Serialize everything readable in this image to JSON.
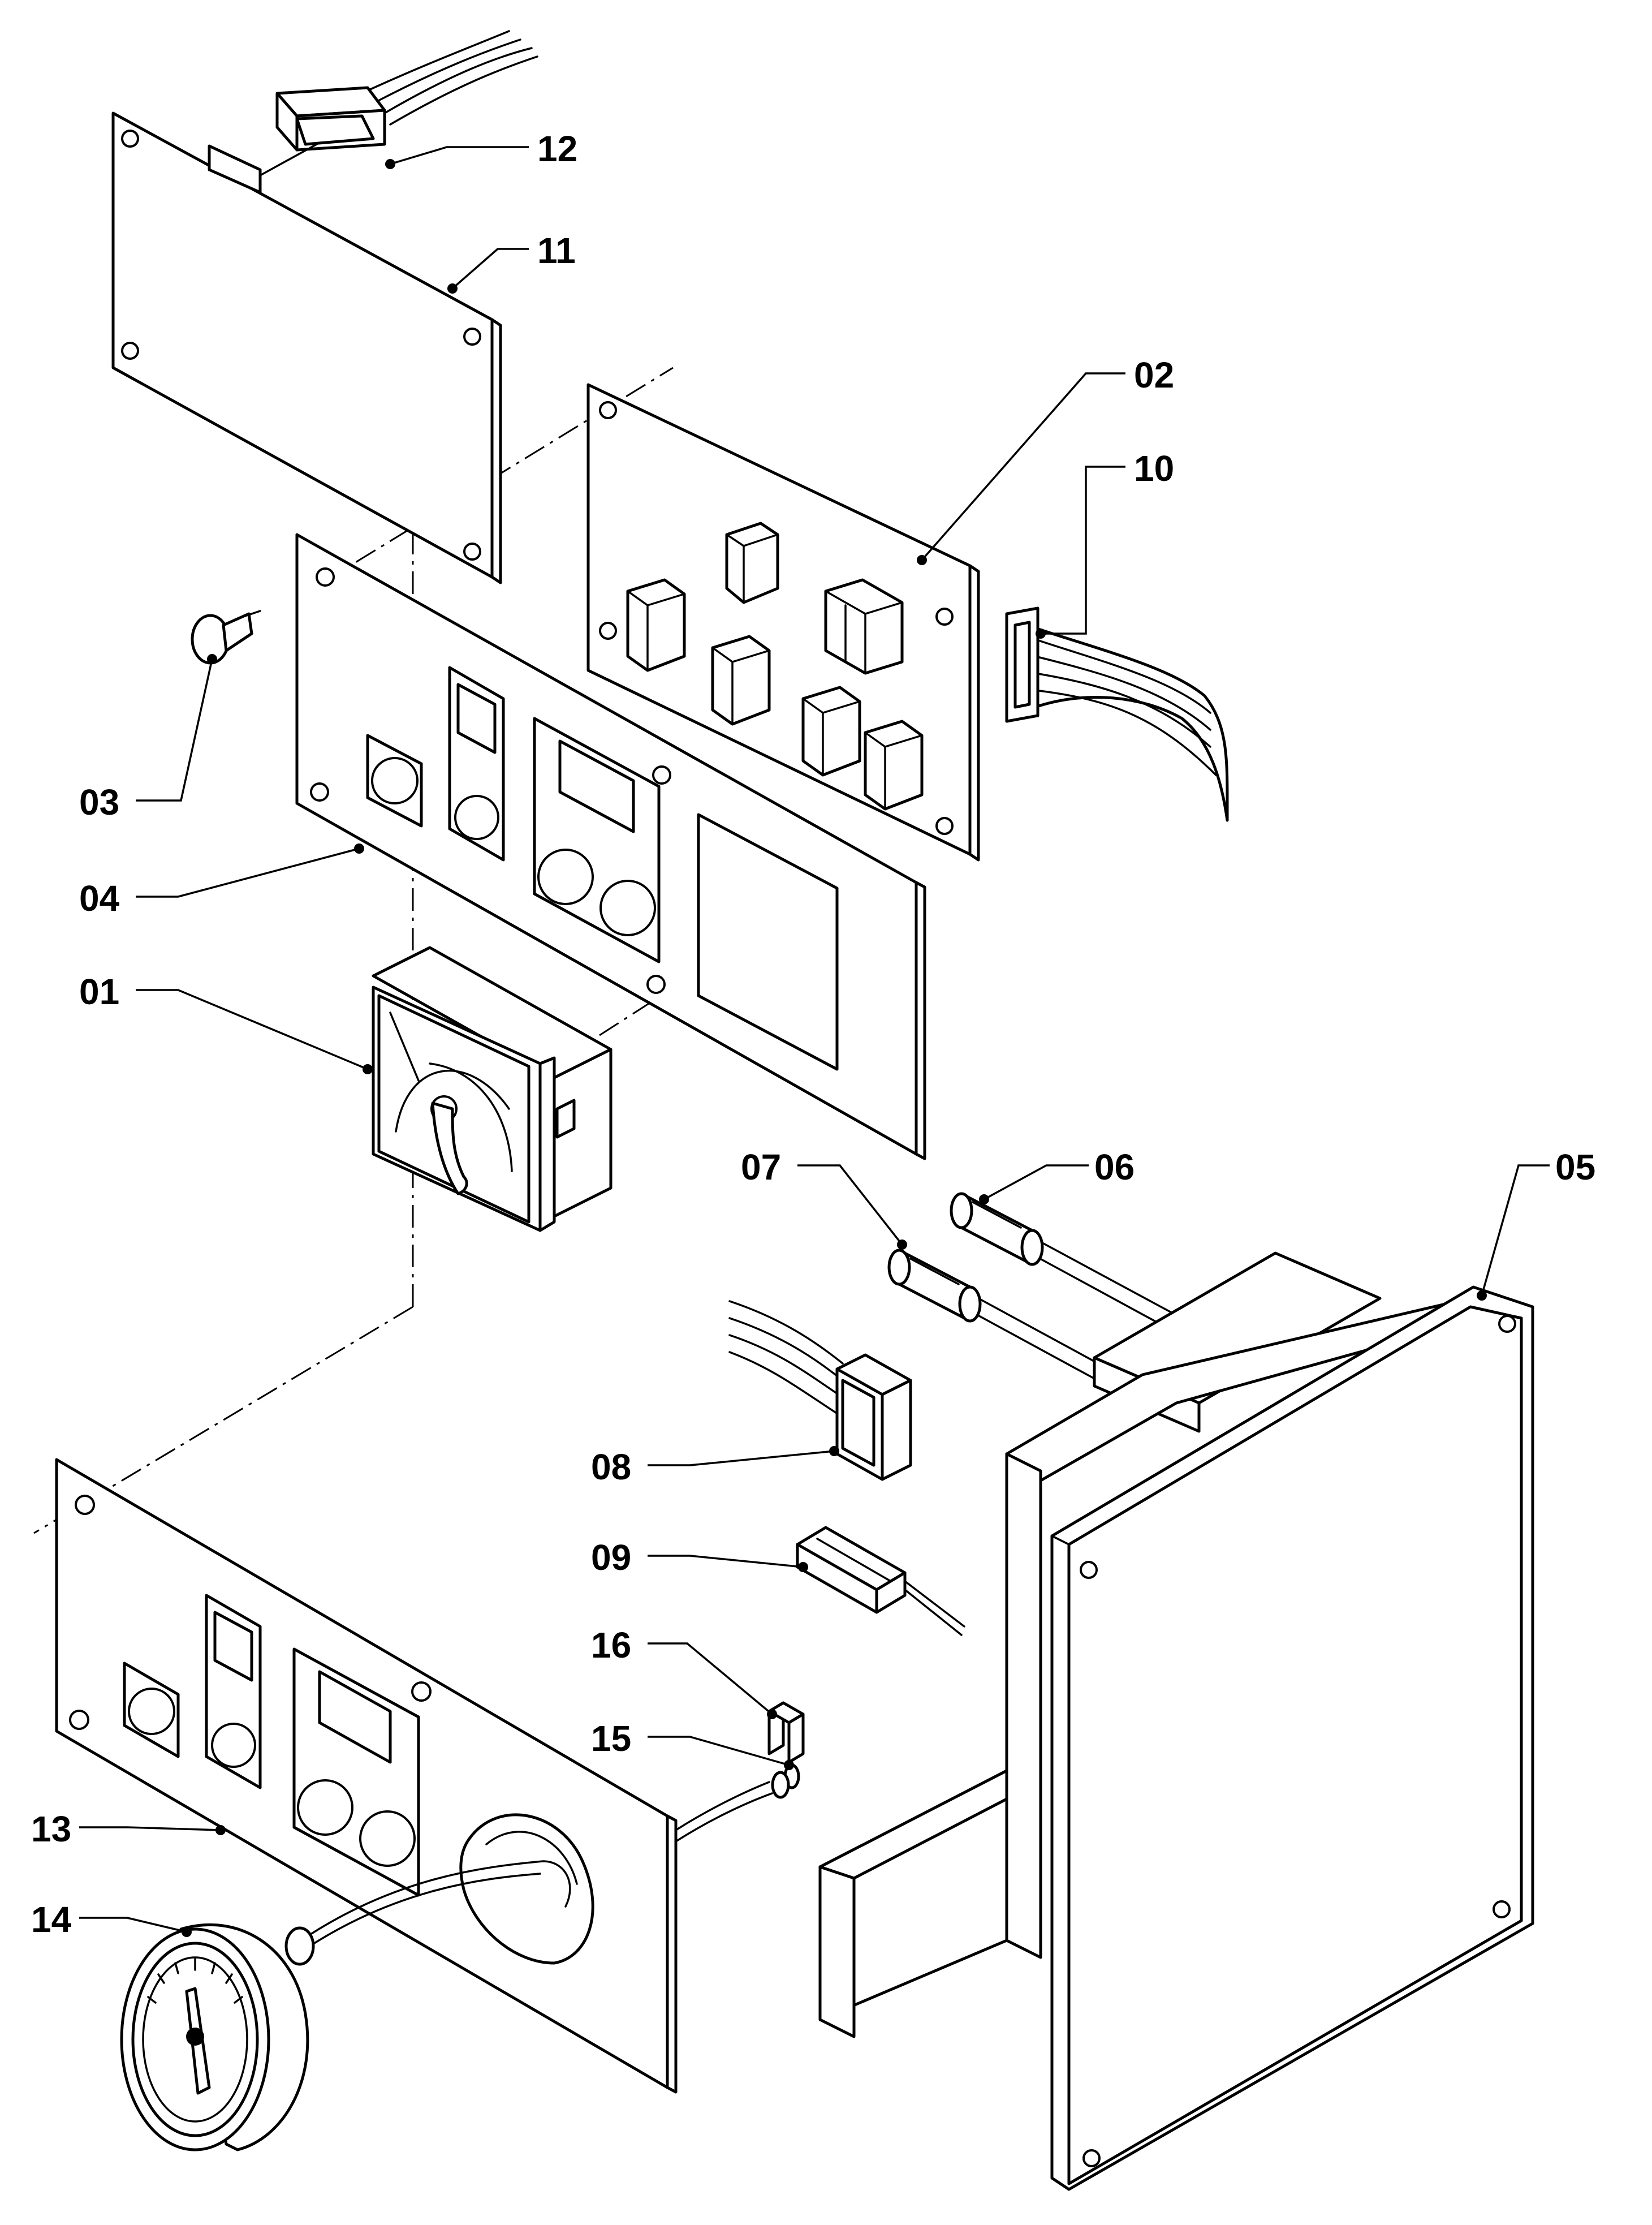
{
  "callouts": [
    {
      "id": "01",
      "text": "01"
    },
    {
      "id": "02",
      "text": "02"
    },
    {
      "id": "03",
      "text": "03"
    },
    {
      "id": "04",
      "text": "04"
    },
    {
      "id": "05",
      "text": "05"
    },
    {
      "id": "06",
      "text": "06"
    },
    {
      "id": "07",
      "text": "07"
    },
    {
      "id": "08",
      "text": "08"
    },
    {
      "id": "09",
      "text": "09"
    },
    {
      "id": "10",
      "text": "10"
    },
    {
      "id": "11",
      "text": "11"
    },
    {
      "id": "12",
      "text": "12"
    },
    {
      "id": "13",
      "text": "13"
    },
    {
      "id": "14",
      "text": "14"
    },
    {
      "id": "15",
      "text": "15"
    },
    {
      "id": "16",
      "text": "16"
    }
  ]
}
